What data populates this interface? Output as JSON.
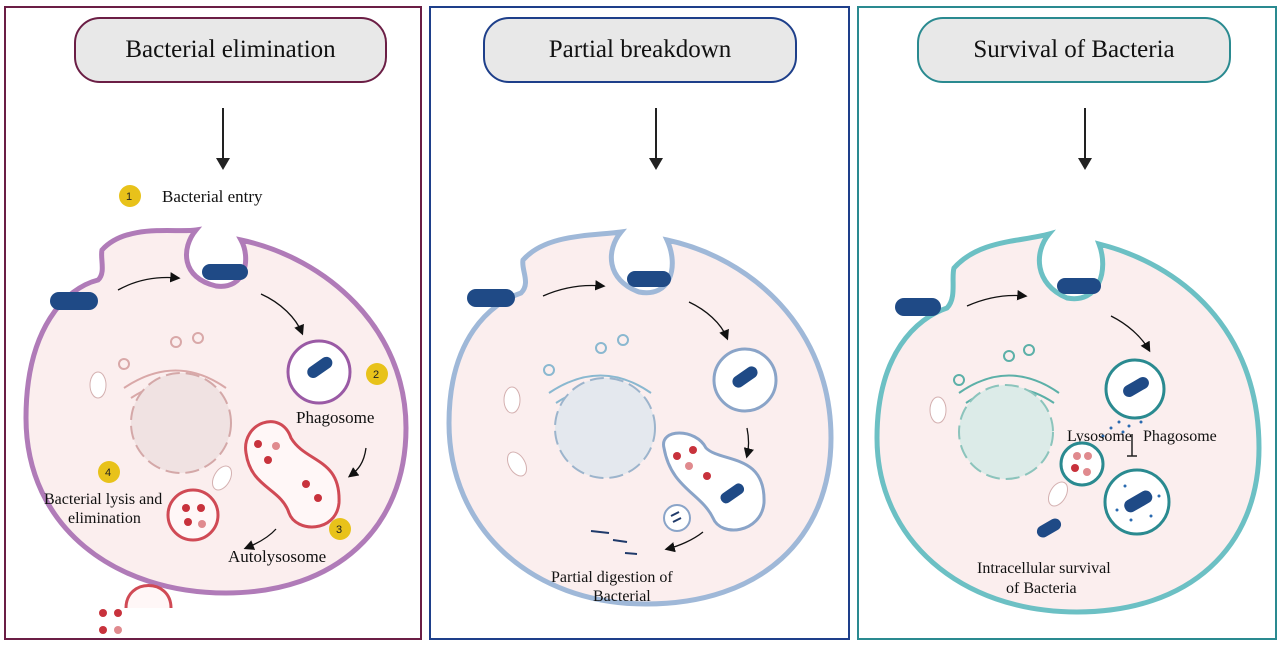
{
  "panels": [
    {
      "title": "Bacterial elimination",
      "border_color": "#6b1e45",
      "membrane_color": "#b07bb8",
      "steps": [
        {
          "number": "1",
          "label": "Bacterial entry"
        },
        {
          "number": "2",
          "label": "Phagosome"
        },
        {
          "number": "3",
          "label": "Autolysosome"
        },
        {
          "number": "4",
          "label_line1": "Bacterial lysis and",
          "label_line2": "elimination"
        }
      ]
    },
    {
      "title": "Partial breakdown",
      "border_color": "#1e3f8a",
      "membrane_color": "#9fb8d8",
      "label_line1": "Partial  digestion of",
      "label_line2": "Bacterial"
    },
    {
      "title": "Survival of Bacteria",
      "border_color": "#2a8a90",
      "membrane_color": "#6cc0c4",
      "lysosome_label": "Lysosome",
      "phagosome_label": "Phagosome",
      "label_line1": "Intracellular survival",
      "label_line2": "of Bacteria"
    }
  ],
  "colors": {
    "cytoplasm": "#fbeeee",
    "bacterium": "#1f4a86",
    "enzyme_dark": "#c8323c",
    "enzyme_light": "#e08a8e",
    "step_badge": "#e8c21a"
  }
}
